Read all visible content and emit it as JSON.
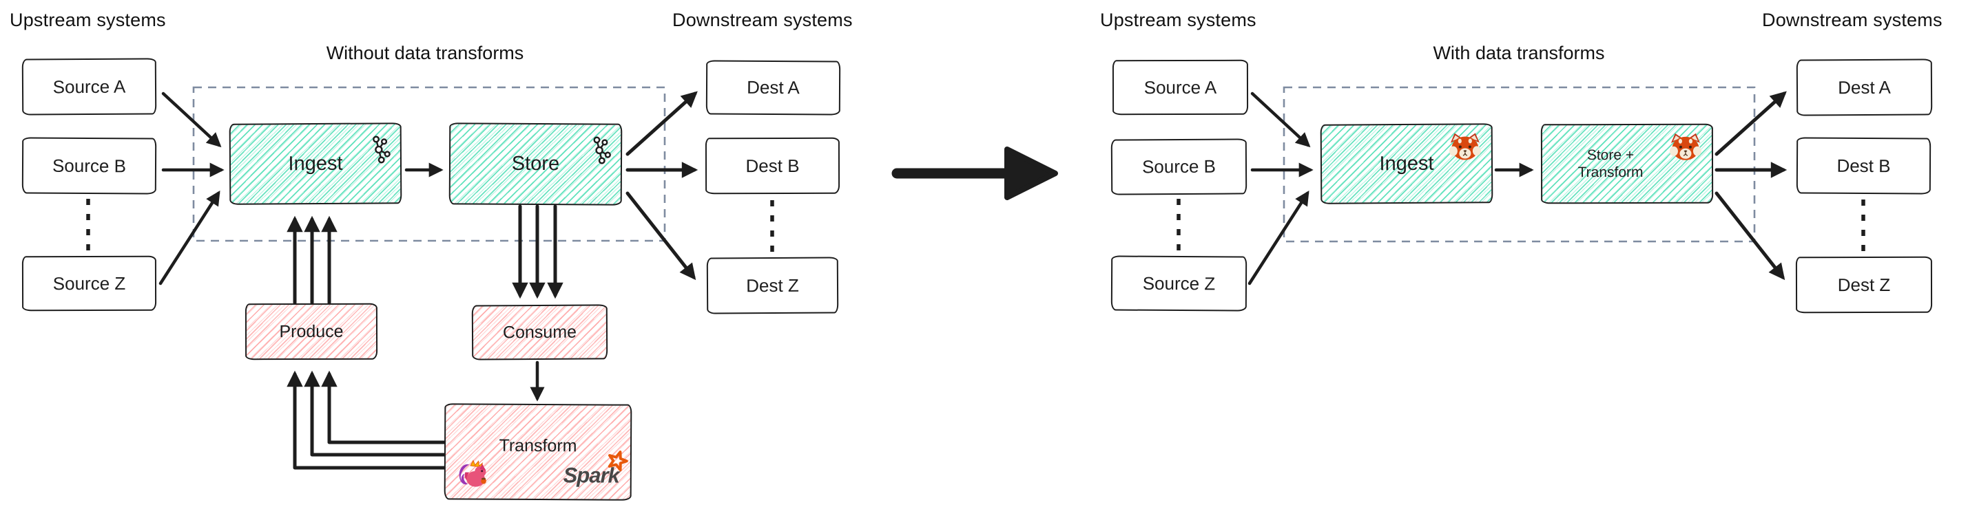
{
  "left": {
    "upstream_label": "Upstream systems",
    "downstream_label": "Downstream systems",
    "title": "Without data transforms",
    "sources": [
      "Source A",
      "Source B",
      "Source Z"
    ],
    "dests": [
      "Dest A",
      "Dest B",
      "Dest Z"
    ],
    "ingest_label": "Ingest",
    "store_label": "Store",
    "produce_label": "Produce",
    "consume_label": "Consume",
    "transform_label": "Transform",
    "ingest_icon": "kafka-logo",
    "store_icon": "kafka-logo",
    "transform_icons": [
      "flink-logo",
      "spark-logo"
    ],
    "spark_wordmark": "Spark"
  },
  "right": {
    "upstream_label": "Upstream systems",
    "downstream_label": "Downstream systems",
    "title": "With data transforms",
    "sources": [
      "Source A",
      "Source B",
      "Source Z"
    ],
    "dests": [
      "Dest A",
      "Dest B",
      "Dest Z"
    ],
    "ingest_label": "Ingest",
    "store_transform_line1": "Store +",
    "store_transform_line2": "Transform",
    "ingest_icon": "redpanda-logo",
    "store_transform_icon": "redpanda-logo"
  },
  "colors": {
    "border": "#1d1d1d",
    "teal_hatch": "#4edeb5",
    "pink_hatch": "#ff8989",
    "dashed_zone": "#7e8ba0",
    "text": "#111111",
    "spark_orange": "#e8590c"
  }
}
